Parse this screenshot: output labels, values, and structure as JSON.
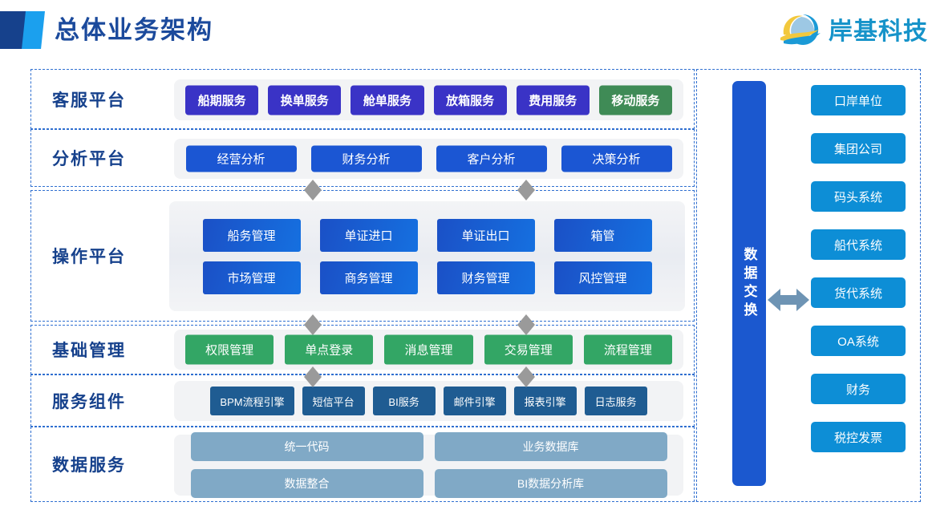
{
  "header": {
    "title": "总体业务架构",
    "logo_text": "岸基科技",
    "accent_dark": "#16418c",
    "accent_light": "#1ba0ee",
    "title_color": "#1b4a9c",
    "logo_color": "#1693c9"
  },
  "bands": [
    {
      "label": "客服平台",
      "color": "#3a33c6",
      "items": [
        {
          "label": "船期服务"
        },
        {
          "label": "换单服务"
        },
        {
          "label": "舱单服务"
        },
        {
          "label": "放箱服务"
        },
        {
          "label": "费用服务"
        },
        {
          "label": "移动服务",
          "color": "#3f8b56"
        }
      ]
    },
    {
      "label": "分析平台",
      "color": "#1b56d3",
      "items": [
        {
          "label": "经营分析"
        },
        {
          "label": "财务分析"
        },
        {
          "label": "客户分析"
        },
        {
          "label": "决策分析"
        }
      ]
    },
    {
      "label": "操作平台",
      "color": "#1570e0",
      "items": [
        {
          "label": "船务管理"
        },
        {
          "label": "单证进口"
        },
        {
          "label": "单证出口"
        },
        {
          "label": "箱管"
        },
        {
          "label": "市场管理"
        },
        {
          "label": "商务管理"
        },
        {
          "label": "财务管理"
        },
        {
          "label": "风控管理"
        }
      ]
    },
    {
      "label": "基础管理",
      "color": "#33a665",
      "items": [
        {
          "label": "权限管理"
        },
        {
          "label": "单点登录"
        },
        {
          "label": "消息管理"
        },
        {
          "label": "交易管理"
        },
        {
          "label": "流程管理"
        }
      ]
    },
    {
      "label": "服务组件",
      "color": "#1f5c92",
      "items": [
        {
          "label": "BPM流程引擎"
        },
        {
          "label": "短信平台"
        },
        {
          "label": "BI服务"
        },
        {
          "label": "邮件引擎"
        },
        {
          "label": "报表引擎"
        },
        {
          "label": "日志服务"
        }
      ]
    },
    {
      "label": "数据服务",
      "color": "#80a9c6",
      "items": [
        {
          "label": "统一代码"
        },
        {
          "label": "业务数据库"
        },
        {
          "label": "数据整合"
        },
        {
          "label": "BI数据分析库"
        }
      ]
    }
  ],
  "exchange": {
    "label": "数据交换",
    "color": "#1b58cf"
  },
  "external_systems": {
    "color": "#0d8ed6",
    "items": [
      {
        "label": "口岸单位"
      },
      {
        "label": "集团公司"
      },
      {
        "label": "码头系统"
      },
      {
        "label": "船代系统"
      },
      {
        "label": "货代系统"
      },
      {
        "label": "OA系统"
      },
      {
        "label": "财务"
      },
      {
        "label": "税控发票"
      }
    ]
  },
  "connectors": {
    "arrow_color": "#9a9a9a",
    "exchange_arrow_color": "#6e94b4"
  }
}
